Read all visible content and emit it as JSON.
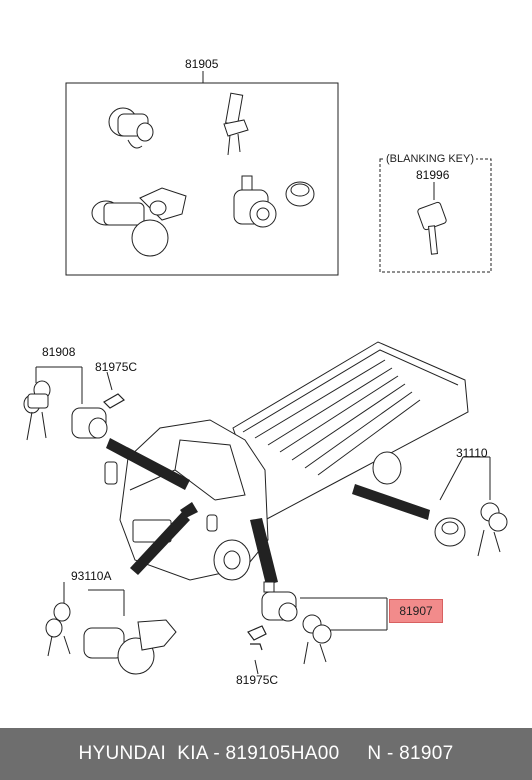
{
  "labels": {
    "top_group": "81905",
    "blanking_key_title": "(BLANKING KEY)",
    "blanking_key_part": "81996",
    "left_keys": "81908",
    "left_bracket": "81975C",
    "right_keys": "31110",
    "bottom_left": "93110A",
    "highlighted_part": "81907",
    "bottom_bracket": "81975C"
  },
  "highlight_color": "#f28b8b",
  "footer": {
    "text": "HYUNDAI  KIA - 819105HA00     N - 81907"
  }
}
